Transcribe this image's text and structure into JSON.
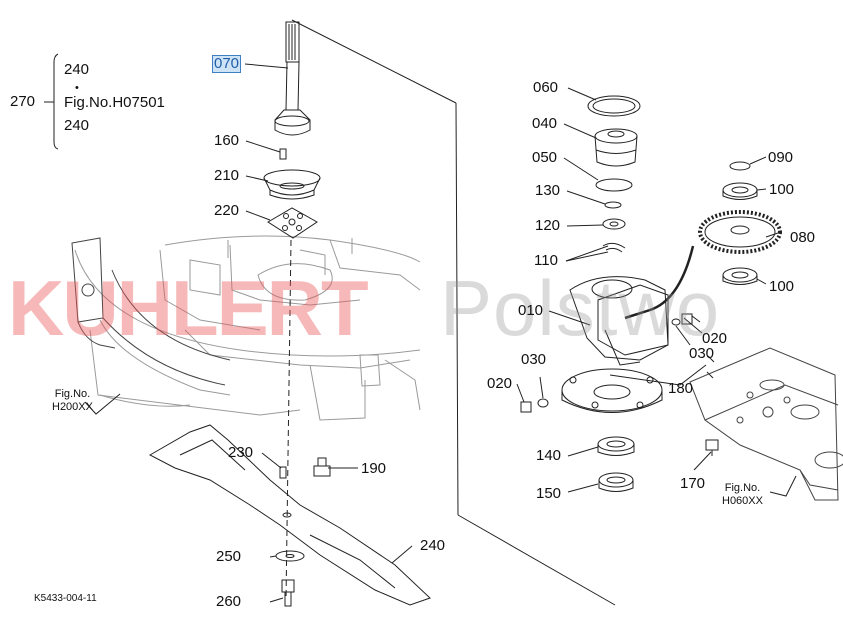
{
  "watermark": {
    "part1": "KUHLERT",
    "part2": "Polstwo"
  },
  "reference_block": {
    "main": "270",
    "top": "240",
    "dot": "•",
    "figure": "Fig.No.H07501",
    "bottom": "240"
  },
  "figure_refs": {
    "deck": "Fig.No.\nH200XX",
    "gearbox": "Fig.No.\nH060XX"
  },
  "part_labels": {
    "p070": "070",
    "p160": "160",
    "p210": "210",
    "p220": "220",
    "p230": "230",
    "p190": "190",
    "p250": "250",
    "p260": "260",
    "p240": "240",
    "p060": "060",
    "p040": "040",
    "p050": "050",
    "p130": "130",
    "p120": "120",
    "p110": "110",
    "p010": "010",
    "p030a": "030",
    "p020a": "020",
    "p030b": "030",
    "p020b": "020",
    "p180": "180",
    "p140": "140",
    "p150": "150",
    "p170": "170",
    "p090": "090",
    "p100a": "100",
    "p080": "080",
    "p100b": "100"
  },
  "selected_part": "070",
  "drawing_code": "K5433-004-11",
  "colors": {
    "highlight_bg": "#cfe3f7",
    "highlight_border": "#3f7fc4",
    "watermark_red": "#ea5656"
  }
}
